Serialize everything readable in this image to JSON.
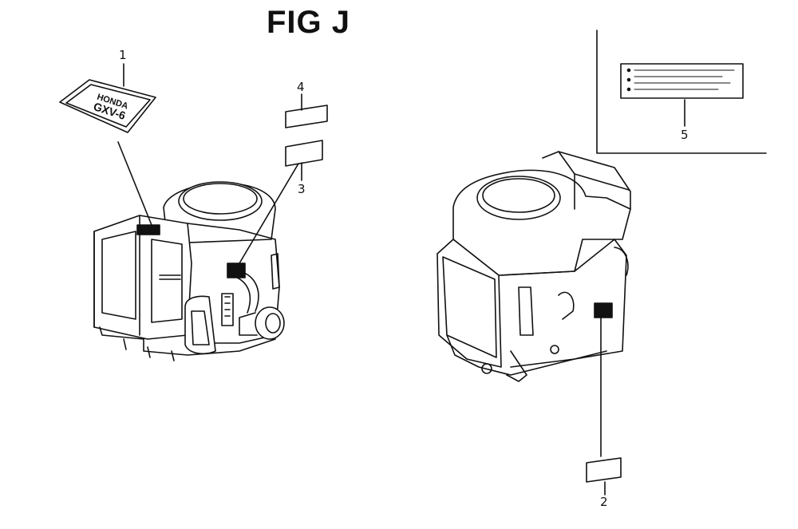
{
  "figure": {
    "title": "FIG J"
  },
  "callouts": [
    {
      "id": "1",
      "label": "1"
    },
    {
      "id": "2",
      "label": "2"
    },
    {
      "id": "3",
      "label": "3"
    },
    {
      "id": "4",
      "label": "4"
    },
    {
      "id": "5",
      "label": "5"
    }
  ],
  "label_plate": {
    "text_lines": [
      "HONDA",
      "GXV-6",
      ""
    ]
  },
  "colors": {
    "line": "#111111",
    "background": "#ffffff"
  }
}
